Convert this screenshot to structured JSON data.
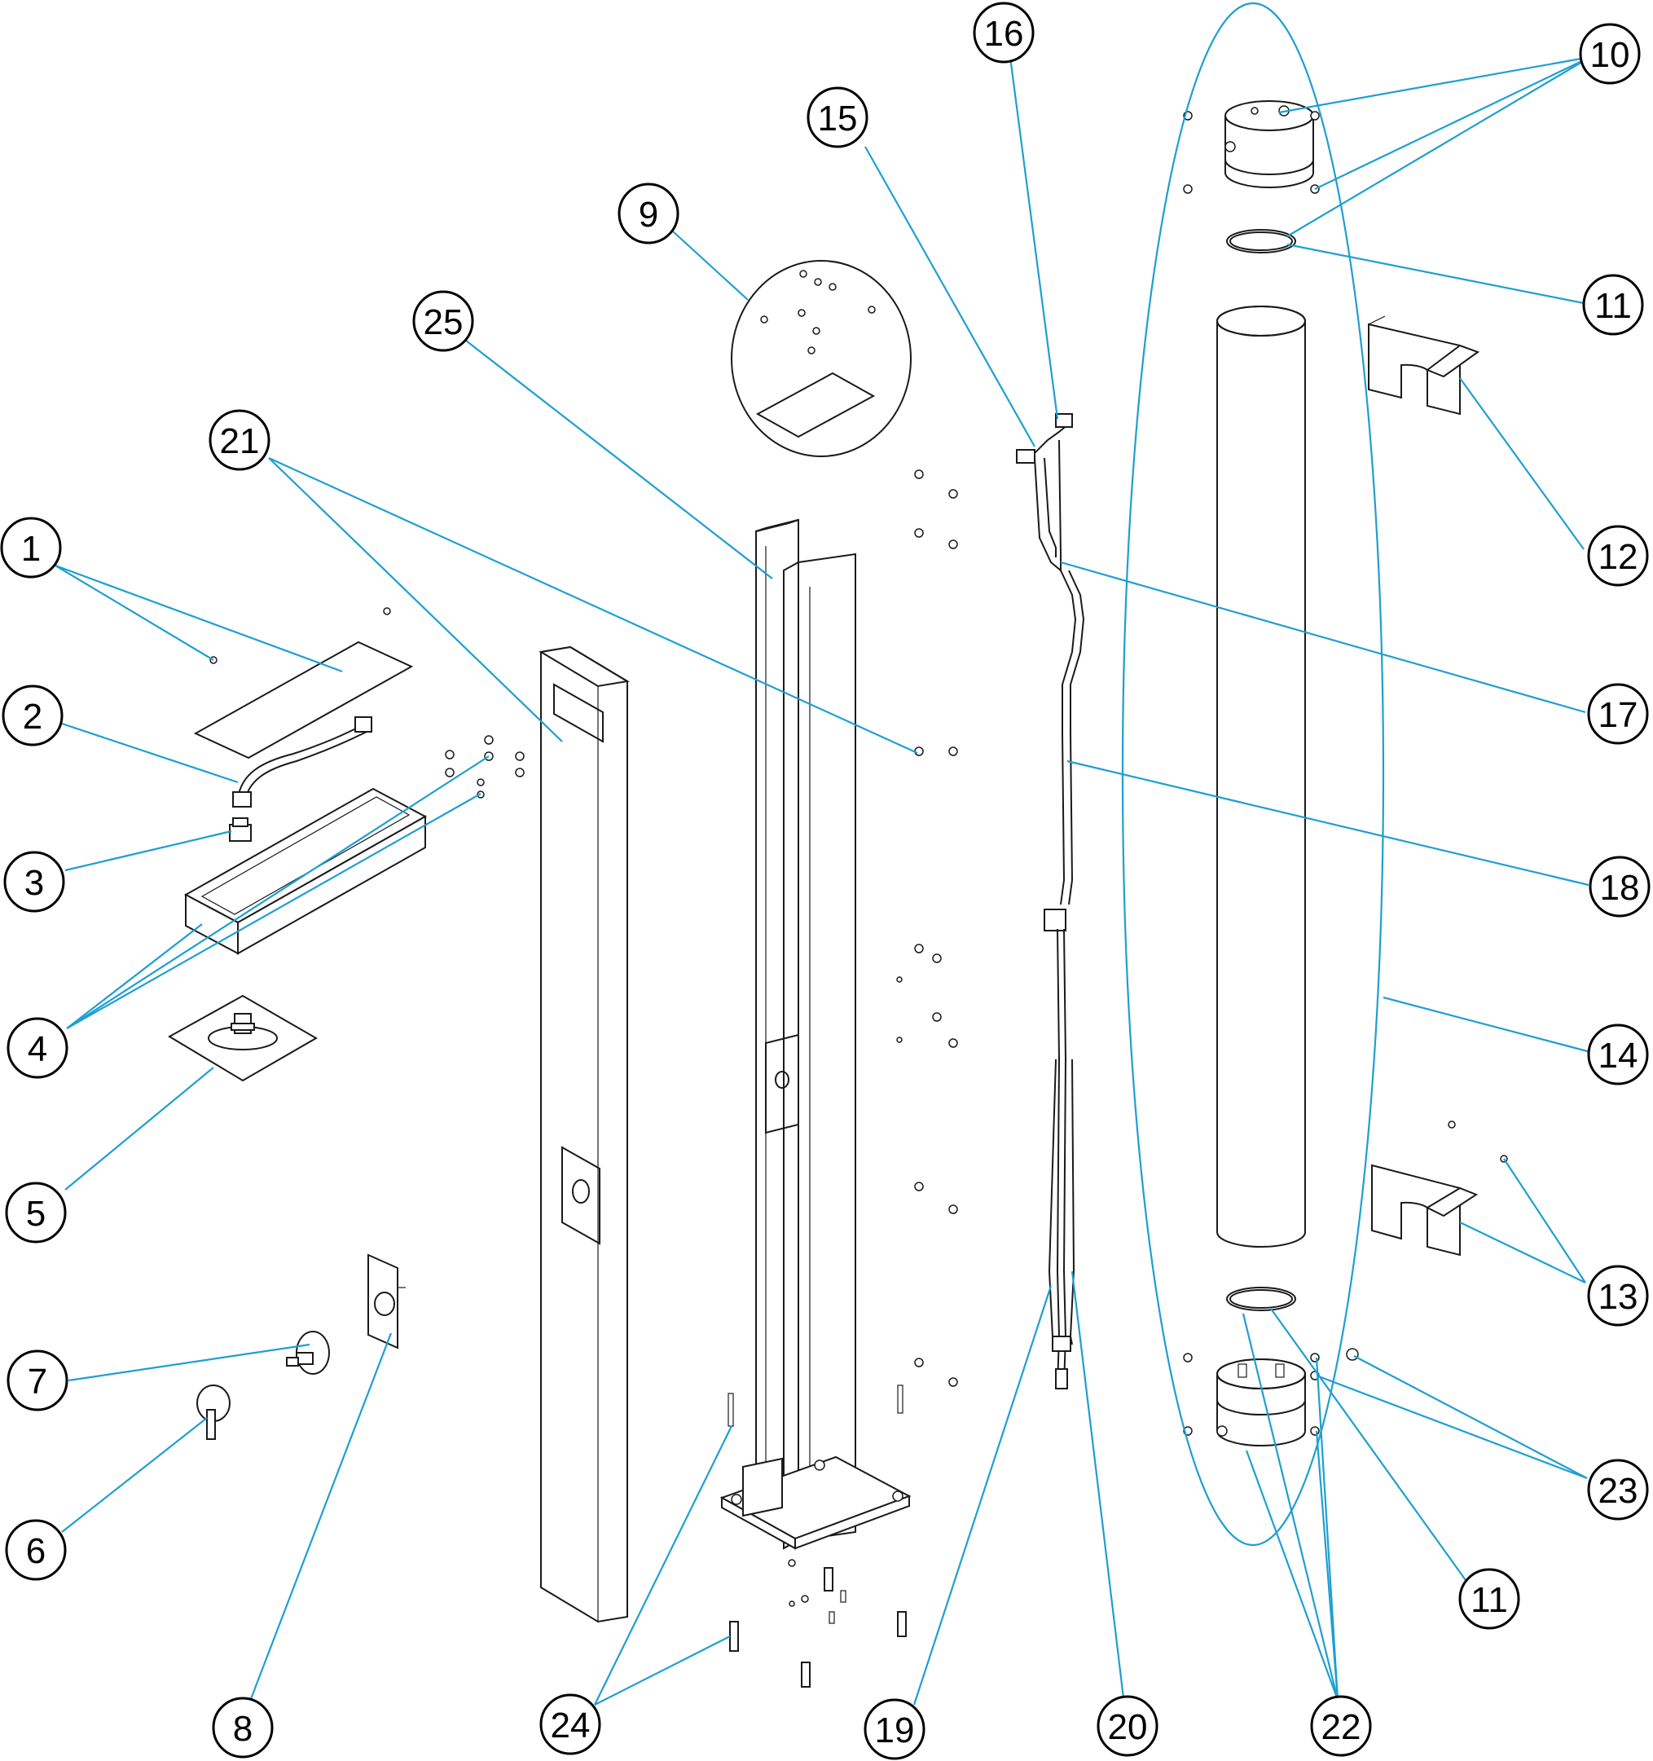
{
  "diagram": {
    "accent_color": "#1e9fd1",
    "line_color": "#1a1a1a",
    "callouts": [
      {
        "id": "c1",
        "label": "1"
      },
      {
        "id": "c2",
        "label": "2"
      },
      {
        "id": "c3",
        "label": "3"
      },
      {
        "id": "c4",
        "label": "4"
      },
      {
        "id": "c5",
        "label": "5"
      },
      {
        "id": "c6",
        "label": "6"
      },
      {
        "id": "c7",
        "label": "7"
      },
      {
        "id": "c8",
        "label": "8"
      },
      {
        "id": "c9",
        "label": "9"
      },
      {
        "id": "c10",
        "label": "10"
      },
      {
        "id": "c11a",
        "label": "11"
      },
      {
        "id": "c11b",
        "label": "11"
      },
      {
        "id": "c12",
        "label": "12"
      },
      {
        "id": "c13",
        "label": "13"
      },
      {
        "id": "c14",
        "label": "14"
      },
      {
        "id": "c15",
        "label": "15"
      },
      {
        "id": "c16",
        "label": "16"
      },
      {
        "id": "c17",
        "label": "17"
      },
      {
        "id": "c18",
        "label": "18"
      },
      {
        "id": "c19",
        "label": "19"
      },
      {
        "id": "c20",
        "label": "20"
      },
      {
        "id": "c21",
        "label": "21"
      },
      {
        "id": "c22",
        "label": "22"
      },
      {
        "id": "c23",
        "label": "23"
      },
      {
        "id": "c24",
        "label": "24"
      },
      {
        "id": "c25",
        "label": "25"
      }
    ]
  }
}
